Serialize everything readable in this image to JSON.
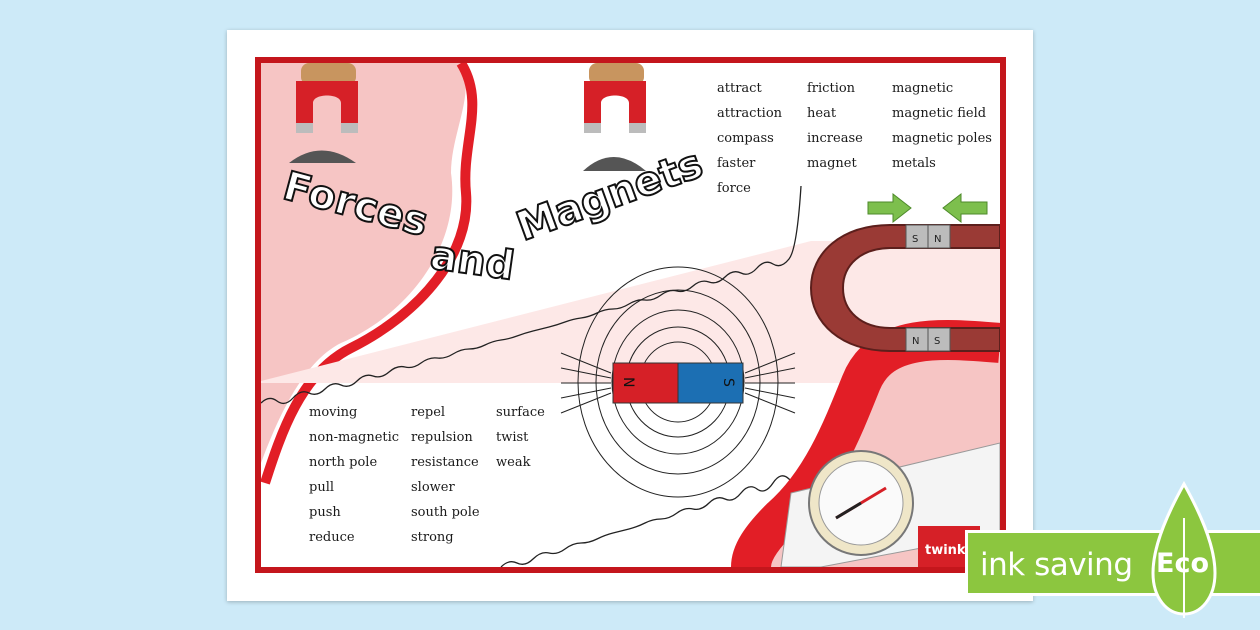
{
  "title": {
    "word1": "Forces",
    "word2": "and",
    "word3": "Magnets"
  },
  "word_lists": {
    "top_col1": [
      "attract",
      "attraction",
      "compass",
      "faster",
      "force"
    ],
    "top_col2": [
      "friction",
      "heat",
      "increase",
      "magnet"
    ],
    "top_col3": [
      "magnetic",
      "magnetic field",
      "magnetic poles",
      "metals"
    ],
    "bottom_col1": [
      "moving",
      "non-magnetic",
      "north pole",
      "pull",
      "push",
      "reduce"
    ],
    "bottom_col2": [
      "repel",
      "repulsion",
      "resistance",
      "slower",
      "south pole",
      "strong"
    ],
    "bottom_col3": [
      "surface",
      "twist",
      "weak"
    ]
  },
  "bar_magnet": {
    "north": "N",
    "south": "S"
  },
  "horseshoe_labels": {
    "top_left": "S",
    "top_right": "N",
    "bottom_left": "N",
    "bottom_right": "S"
  },
  "brand": "twinkl",
  "eco_badge": {
    "text": "ink saving",
    "label": "Eco"
  },
  "colors": {
    "border_red": "#c4161c",
    "blob_pink": "#f6c5c4",
    "accent_red": "#e21e26",
    "arrow_green": "#7dbf4d",
    "eco_green": "#8cc63f"
  }
}
